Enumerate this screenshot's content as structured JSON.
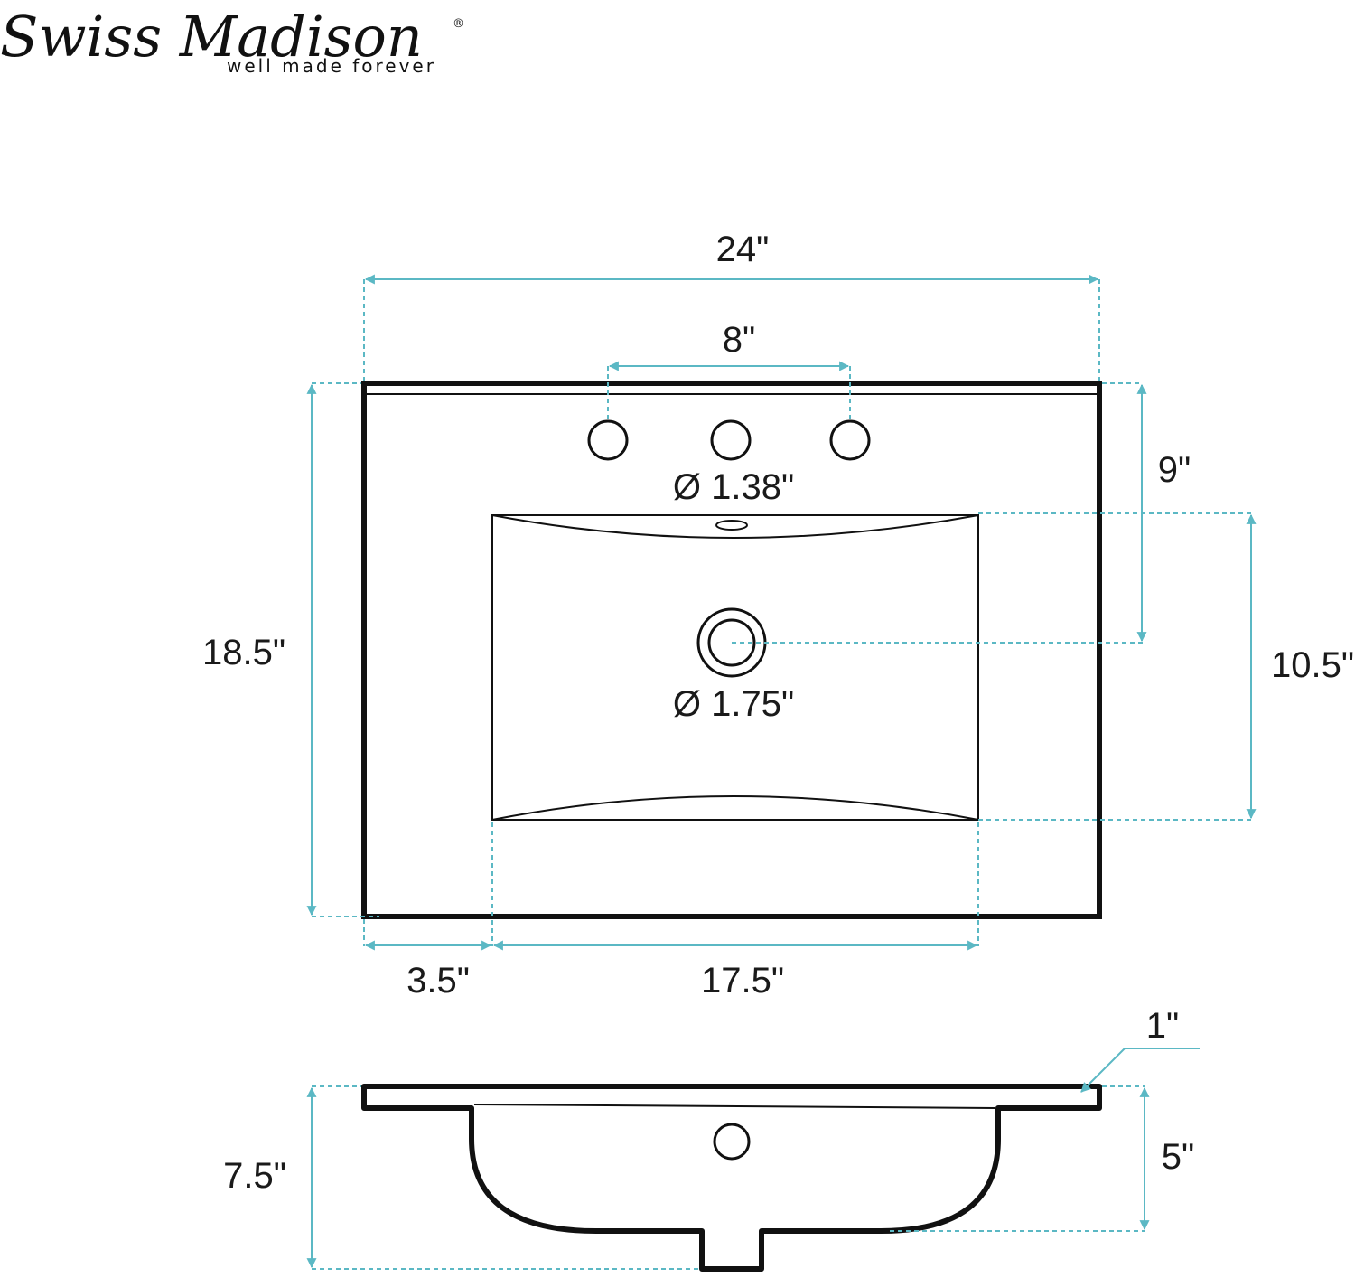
{
  "logo": {
    "wordmark": "Swiss Madison",
    "registered": "®",
    "tagline": "well made forever"
  },
  "top_view": {
    "overall_width": "24\"",
    "faucet_spread": "8\"",
    "faucet_hole_diameter": "Ø 1.38\"",
    "overall_depth": "18.5\"",
    "front_to_drain": "9\"",
    "basin_depth_front_back": "10.5\"",
    "drain_diameter": "Ø 1.75\"",
    "left_offset": "3.5\"",
    "basin_width": "17.5\""
  },
  "side_view": {
    "deck_thickness": "1\"",
    "overall_height": "7.5\"",
    "bowl_depth": "5\""
  },
  "colors": {
    "dimension_line": "#5bb8c4",
    "outline": "#111111"
  }
}
